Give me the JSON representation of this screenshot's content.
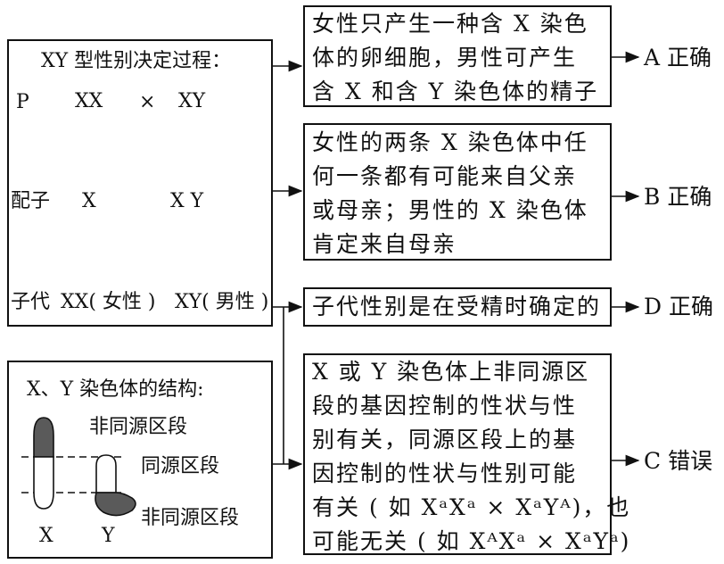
{
  "left_process": {
    "title": "XY 型性别决定过程：",
    "p_label": "P",
    "p_female": "XX",
    "p_cross": "×",
    "p_male": "XY",
    "gamete_label": "配子",
    "gamete_x": "X",
    "gamete_xy": "X Y",
    "offspring_label": "子代",
    "offspring_female": "XX( 女性 )",
    "offspring_male": "XY( 男性 )"
  },
  "left_structure": {
    "title": "X、Y 染色体的结构:",
    "nonhomologous_top": "非同源区段",
    "homologous": "同源区段",
    "nonhomologous_bottom": "非同源区段",
    "chrom_x": "X",
    "chrom_y": "Y"
  },
  "statements": [
    {
      "text_lines": [
        "女性只产生一种含 X 染色",
        "体的卵细胞，男性可产生",
        "含 X 和含 Y 染色体的精子"
      ],
      "verdict": "A 正确"
    },
    {
      "text_lines": [
        "女性的两条 X 染色体中任",
        "何一条都有可能来自父亲",
        "或母亲；男性的 X 染色体",
        "肯定来自母亲"
      ],
      "verdict": "B 正确"
    },
    {
      "text_lines": [
        "子代性别是在受精时确定的"
      ],
      "verdict": "D 正确"
    },
    {
      "text_lines": [
        "X 或 Y 染色体上非同源区",
        "段的基因控制的性状与性",
        "别有关，同源区段上的基",
        "因控制的性状与性别可能"
      ],
      "example1": "有关 ( 如 XᵃXᵃ × XᵃYᴬ)，也",
      "example2": "可能无关 ( 如 XᴬXᵃ × XᵃYᵃ)",
      "verdict": "C 错误"
    }
  ]
}
